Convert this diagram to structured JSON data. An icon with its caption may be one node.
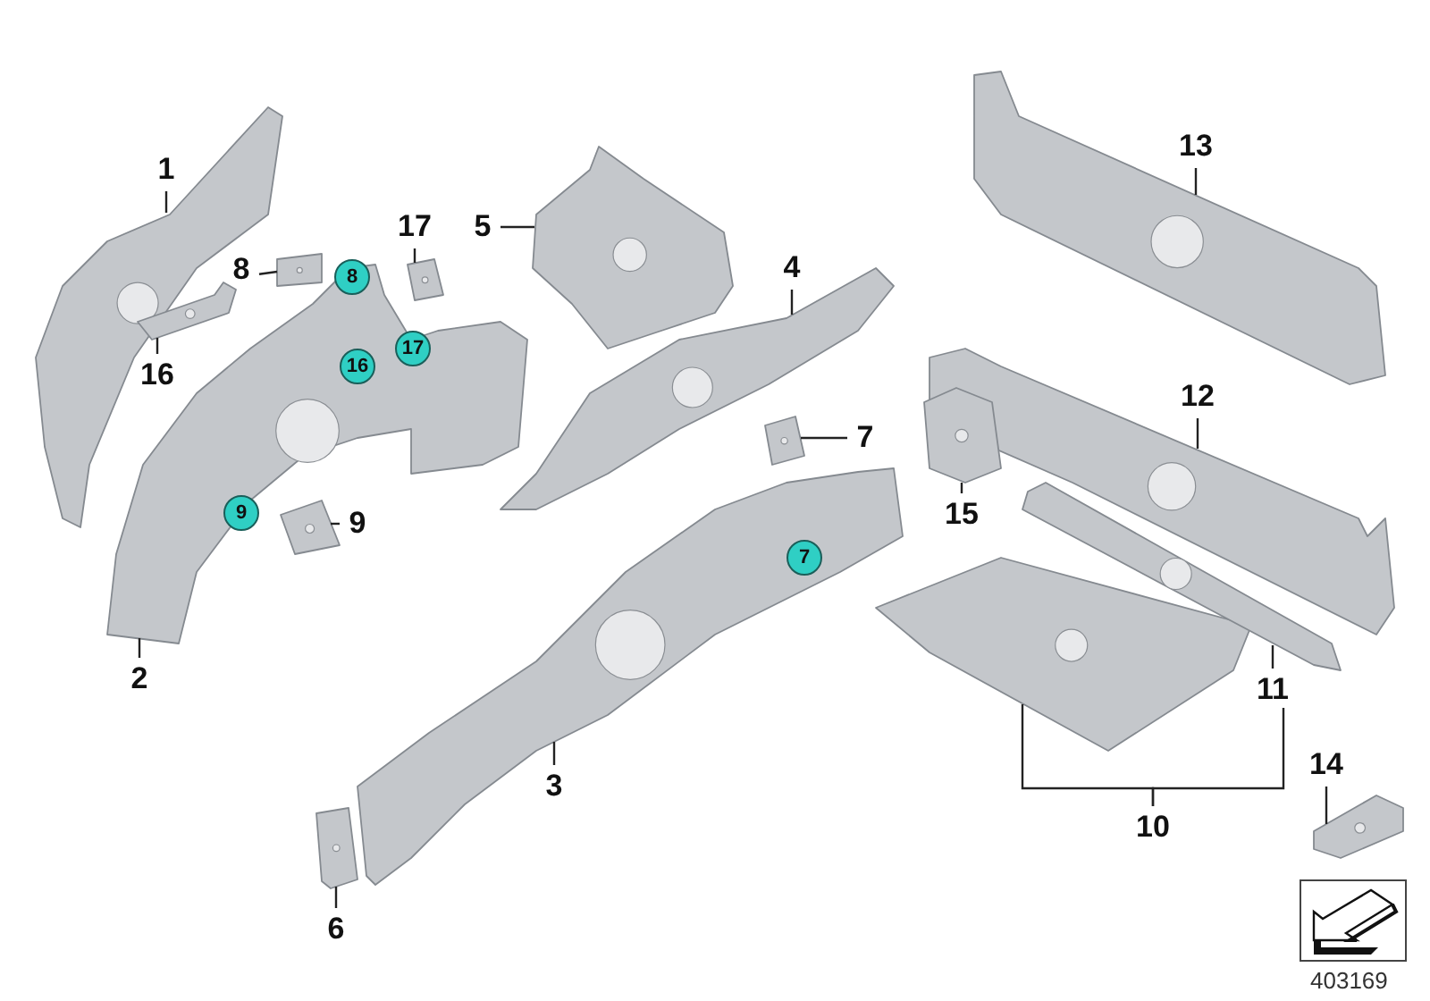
{
  "diagram": {
    "nodes": [
      {
        "text": [
          "1"
        ]
      },
      {
        "text": [],
        "shape": "picture"
      },
      {
        "text": [
          "2"
        ]
      },
      {
        "text": [],
        "shape": "picture"
      },
      {
        "text": [
          "3"
        ]
      },
      {
        "text": [],
        "shape": "picture"
      },
      {
        "text": [
          "4"
        ]
      },
      {
        "text": [],
        "shape": "picture"
      },
      {
        "text": [
          "5"
        ]
      },
      {
        "text": [],
        "shape": "picture"
      },
      {
        "text": [
          "6"
        ]
      },
      {
        "text": [],
        "shape": "picture"
      },
      {
        "text": [
          "7"
        ]
      },
      {
        "text": [],
        "shape": "picture"
      },
      {
        "text": [
          "8"
        ]
      },
      {
        "text": [],
        "shape": "picture"
      },
      {
        "text": [
          "9"
        ]
      },
      {
        "text": [],
        "shape": "picture"
      },
      {
        "text": [
          "10"
        ]
      },
      {
        "text": [],
        "shape": "picture"
      },
      {
        "text": [
          "11"
        ]
      },
      {
        "text": [],
        "shape": "picture"
      },
      {
        "text": [
          "12"
        ]
      },
      {
        "text": [],
        "shape": "picture"
      },
      {
        "text": [
          "13"
        ]
      },
      {
        "text": [],
        "shape": "picture"
      },
      {
        "text": [
          "14"
        ]
      },
      {
        "text": [],
        "shape": "picture"
      },
      {
        "text": [
          "15"
        ]
      },
      {
        "text": [],
        "shape": "picture"
      },
      {
        "text": [
          "16"
        ]
      },
      {
        "text": [],
        "shape": "picture"
      },
      {
        "text": [
          "17"
        ]
      },
      {
        "text": [],
        "shape": "picture"
      },
      {
        "text": [
          "8"
        ],
        "in": 3
      },
      {
        "text": [
          "16"
        ],
        "in": 3
      },
      {
        "text": [
          "17"
        ],
        "in": 3
      },
      {
        "text": [
          "9"
        ],
        "in": 3
      },
      {
        "text": [
          "7"
        ],
        "in": 5
      }
    ],
    "edges": [
      {
        "from": 0,
        "to": 1,
        "arrow": "none"
      },
      {
        "from": 2,
        "to": 3,
        "arrow": "none"
      },
      {
        "from": 4,
        "to": 5,
        "arrow": "none"
      },
      {
        "from": 6,
        "to": 7,
        "arrow": "none"
      },
      {
        "from": 8,
        "to": 9,
        "arrow": "none"
      },
      {
        "from": 10,
        "to": 11,
        "arrow": "none"
      },
      {
        "from": 12,
        "to": 13,
        "arrow": "none"
      },
      {
        "from": 14,
        "to": 15,
        "arrow": "none"
      },
      {
        "from": 16,
        "to": 17,
        "arrow": "none"
      },
      {
        "from": 18,
        "to": 19,
        "arrow": "none"
      },
      {
        "from": 18,
        "to": 20,
        "arrow": "none"
      },
      {
        "from": 20,
        "to": 21,
        "arrow": "none"
      },
      {
        "from": 22,
        "to": 23,
        "arrow": "none"
      },
      {
        "from": 24,
        "to": 25,
        "arrow": "none"
      },
      {
        "from": 26,
        "to": 27,
        "arrow": "none"
      },
      {
        "from": 28,
        "to": 29,
        "arrow": "none"
      },
      {
        "from": 30,
        "to": 31,
        "arrow": "none"
      },
      {
        "from": 32,
        "to": 33,
        "arrow": "none"
      }
    ],
    "labels": [
      "403169"
    ]
  }
}
